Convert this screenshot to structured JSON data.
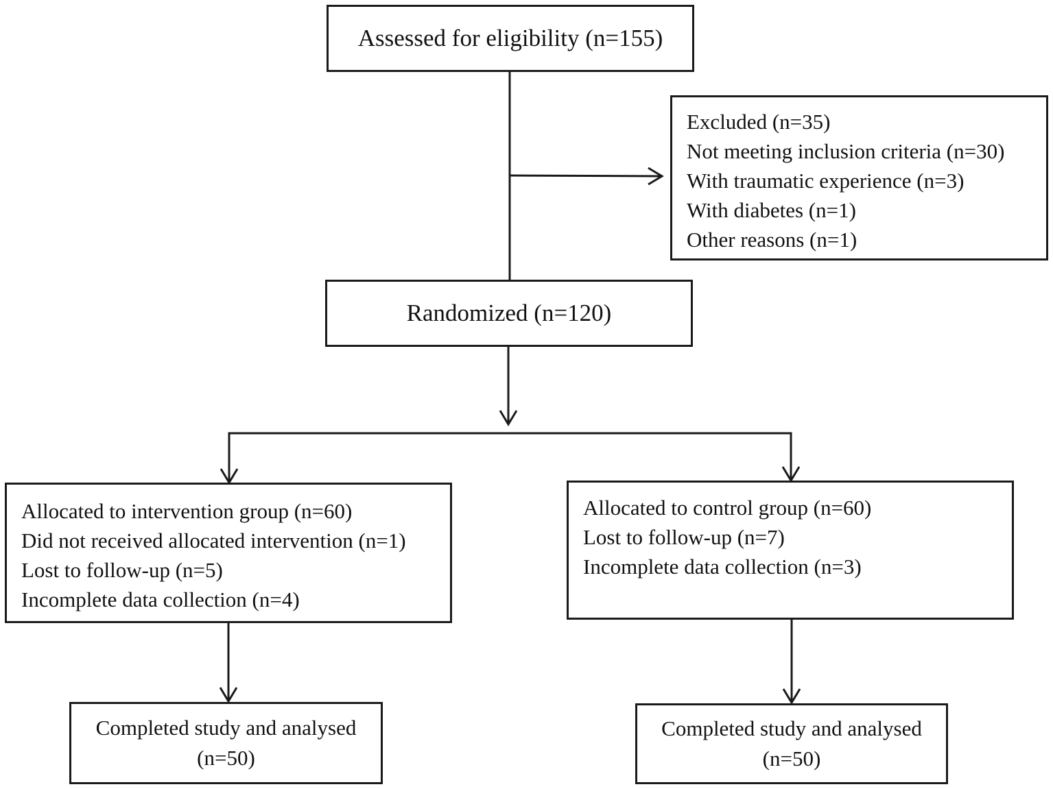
{
  "flowchart": {
    "eligibility": {
      "label": "Assessed for eligibility (n=155)"
    },
    "excluded": {
      "lines": [
        "Excluded (n=35)",
        "Not meeting inclusion criteria (n=30)",
        "With traumatic experience (n=3)",
        "With diabetes (n=1)",
        "Other reasons (n=1)"
      ]
    },
    "randomized": {
      "label": "Randomized (n=120)"
    },
    "intervention": {
      "lines": [
        "Allocated to intervention group (n=60)",
        "Did not received allocated intervention (n=1)",
        "Lost to follow-up (n=5)",
        "Incomplete data collection (n=4)"
      ]
    },
    "control": {
      "lines": [
        "Allocated to control group (n=60)",
        "Lost to follow-up (n=7)",
        "Incomplete data collection (n=3)"
      ]
    },
    "completed_intervention": {
      "lines": [
        "Completed study and analysed",
        "(n=50)"
      ]
    },
    "completed_control": {
      "lines": [
        "Completed study and analysed",
        "(n=50)"
      ]
    }
  },
  "colors": {
    "stroke": "#1a1a1a",
    "text": "#111111",
    "background": "#ffffff"
  }
}
